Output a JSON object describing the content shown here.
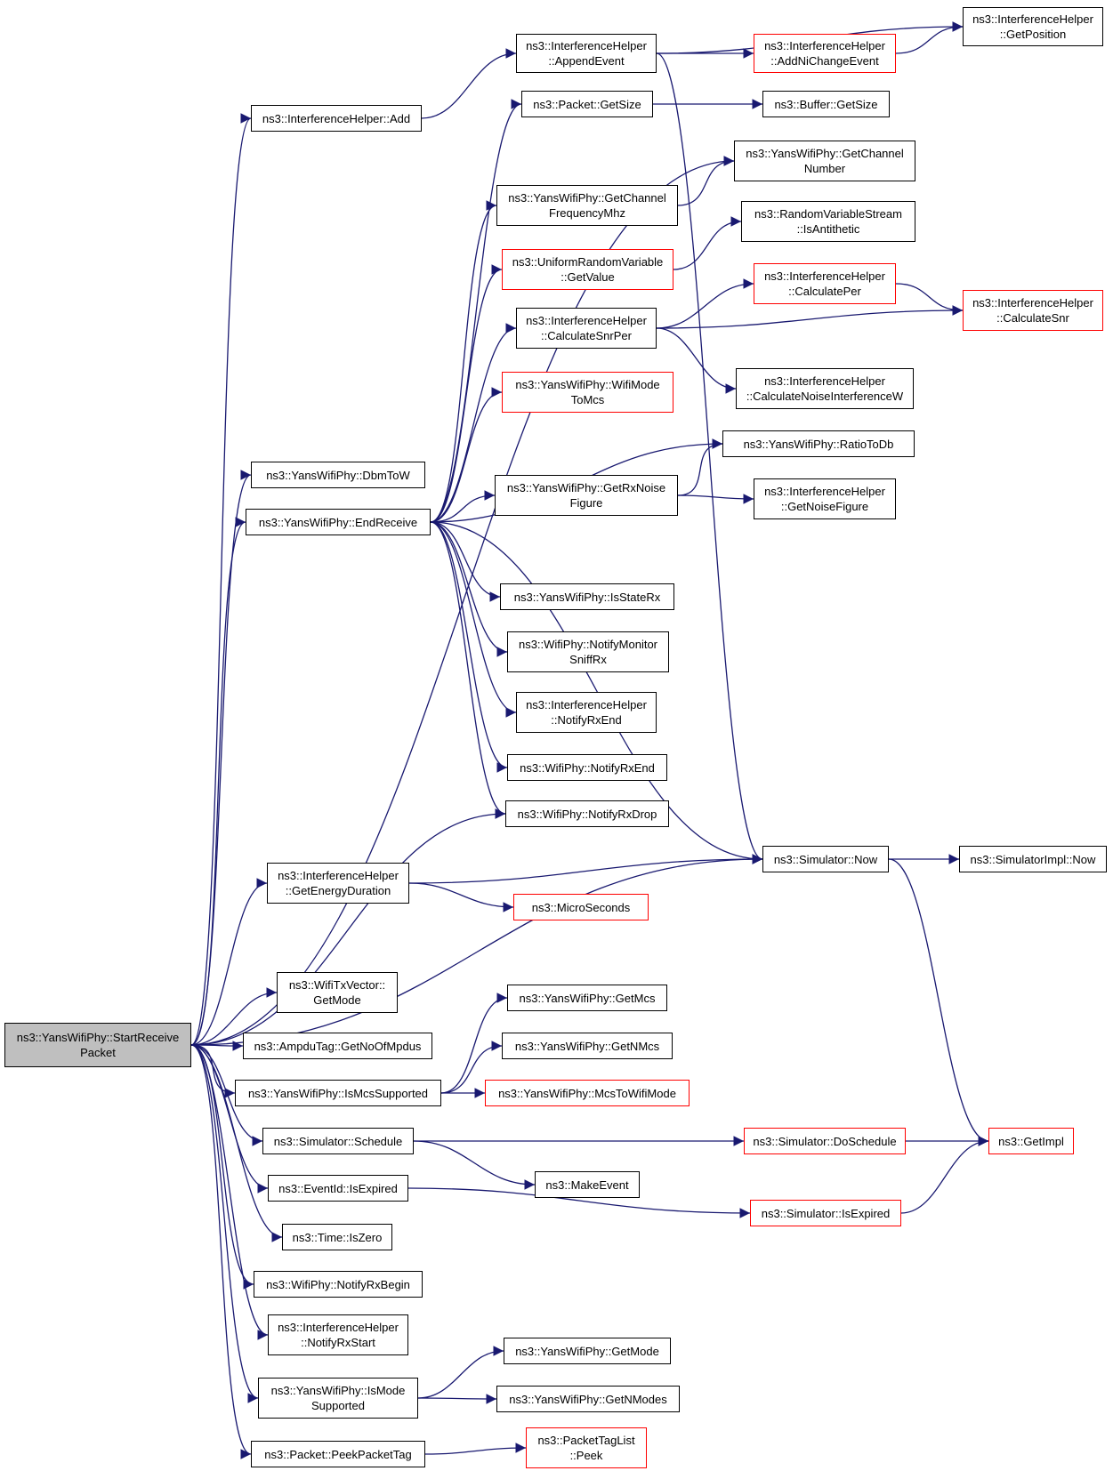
{
  "graph": {
    "edge_color": "#191970",
    "truncated_border_color": "#ff0000",
    "root_fill": "#bfbfbf",
    "nodes": [
      {
        "id": "root",
        "label": "ns3::YansWifiPhy::StartReceive\nPacket",
        "truncated": false,
        "root": true
      },
      {
        "id": "ih_add",
        "label": "ns3::InterferenceHelper::Add",
        "truncated": false
      },
      {
        "id": "ih_append",
        "label": "ns3::InterferenceHelper\n::AppendEvent",
        "truncated": false
      },
      {
        "id": "ih_addni",
        "label": "ns3::InterferenceHelper\n::AddNiChangeEvent",
        "truncated": true
      },
      {
        "id": "ih_getpos",
        "label": "ns3::InterferenceHelper\n::GetPosition",
        "truncated": false
      },
      {
        "id": "pkt_size",
        "label": "ns3::Packet::GetSize",
        "truncated": false
      },
      {
        "id": "buf_size",
        "label": "ns3::Buffer::GetSize",
        "truncated": false
      },
      {
        "id": "ywp_chnum",
        "label": "ns3::YansWifiPhy::GetChannel\nNumber",
        "truncated": false
      },
      {
        "id": "ywp_chfreq",
        "label": "ns3::YansWifiPhy::GetChannel\nFrequencyMhz",
        "truncated": false
      },
      {
        "id": "rvs_anti",
        "label": "ns3::RandomVariableStream\n::IsAntithetic",
        "truncated": false
      },
      {
        "id": "urv_val",
        "label": "ns3::UniformRandomVariable\n::GetValue",
        "truncated": true
      },
      {
        "id": "ih_per",
        "label": "ns3::InterferenceHelper\n::CalculatePer",
        "truncated": true
      },
      {
        "id": "ih_snrper",
        "label": "ns3::InterferenceHelper\n::CalculateSnrPer",
        "truncated": false
      },
      {
        "id": "ih_snr",
        "label": "ns3::InterferenceHelper\n::CalculateSnr",
        "truncated": true
      },
      {
        "id": "ih_noisew",
        "label": "ns3::InterferenceHelper\n::CalculateNoiseInterferenceW",
        "truncated": false
      },
      {
        "id": "ywp_mode2mcs",
        "label": "ns3::YansWifiPhy::WifiMode\nToMcs",
        "truncated": true
      },
      {
        "id": "ywp_ratiodb",
        "label": "ns3::YansWifiPhy::RatioToDb",
        "truncated": false
      },
      {
        "id": "ywp_dbm",
        "label": "ns3::YansWifiPhy::DbmToW",
        "truncated": false
      },
      {
        "id": "ywp_endrx",
        "label": "ns3::YansWifiPhy::EndReceive",
        "truncated": false
      },
      {
        "id": "ywp_noisefig",
        "label": "ns3::YansWifiPhy::GetRxNoise\nFigure",
        "truncated": false
      },
      {
        "id": "ih_noisefig",
        "label": "ns3::InterferenceHelper\n::GetNoiseFigure",
        "truncated": false
      },
      {
        "id": "ywp_isrx",
        "label": "ns3::YansWifiPhy::IsStateRx",
        "truncated": false
      },
      {
        "id": "wp_monitor",
        "label": "ns3::WifiPhy::NotifyMonitor\nSniffRx",
        "truncated": false
      },
      {
        "id": "ih_rxend",
        "label": "ns3::InterferenceHelper\n::NotifyRxEnd",
        "truncated": false
      },
      {
        "id": "wp_rxend",
        "label": "ns3::WifiPhy::NotifyRxEnd",
        "truncated": false
      },
      {
        "id": "wp_rxdrop",
        "label": "ns3::WifiPhy::NotifyRxDrop",
        "truncated": false
      },
      {
        "id": "ih_energy",
        "label": "ns3::InterferenceHelper\n::GetEnergyDuration",
        "truncated": false
      },
      {
        "id": "sim_now",
        "label": "ns3::Simulator::Now",
        "truncated": false
      },
      {
        "id": "simimpl_now",
        "label": "ns3::SimulatorImpl::Now",
        "truncated": false
      },
      {
        "id": "micro",
        "label": "ns3::MicroSeconds",
        "truncated": true
      },
      {
        "id": "txv_mode",
        "label": "ns3::WifiTxVector::\nGetMode",
        "truncated": false
      },
      {
        "id": "ampdu",
        "label": "ns3::AmpduTag::GetNoOfMpdus",
        "truncated": false
      },
      {
        "id": "ywp_getmcs",
        "label": "ns3::YansWifiPhy::GetMcs",
        "truncated": false
      },
      {
        "id": "ywp_getnmcs",
        "label": "ns3::YansWifiPhy::GetNMcs",
        "truncated": false
      },
      {
        "id": "ywp_mcssup",
        "label": "ns3::YansWifiPhy::IsMcsSupported",
        "truncated": false
      },
      {
        "id": "ywp_mcs2mode",
        "label": "ns3::YansWifiPhy::McsToWifiMode",
        "truncated": true
      },
      {
        "id": "sim_sched",
        "label": "ns3::Simulator::Schedule",
        "truncated": false
      },
      {
        "id": "sim_dosched",
        "label": "ns3::Simulator::DoSchedule",
        "truncated": true
      },
      {
        "id": "getimpl",
        "label": "ns3::GetImpl",
        "truncated": true
      },
      {
        "id": "makeevent",
        "label": "ns3::MakeEvent",
        "truncated": false
      },
      {
        "id": "ev_expired",
        "label": "ns3::EventId::IsExpired",
        "truncated": false
      },
      {
        "id": "sim_expired",
        "label": "ns3::Simulator::IsExpired",
        "truncated": true
      },
      {
        "id": "time_zero",
        "label": "ns3::Time::IsZero",
        "truncated": false
      },
      {
        "id": "wp_rxbegin",
        "label": "ns3::WifiPhy::NotifyRxBegin",
        "truncated": false
      },
      {
        "id": "ih_rxstart",
        "label": "ns3::InterferenceHelper\n::NotifyRxStart",
        "truncated": false
      },
      {
        "id": "ywp_getmode",
        "label": "ns3::YansWifiPhy::GetMode",
        "truncated": false
      },
      {
        "id": "ywp_modesup",
        "label": "ns3::YansWifiPhy::IsMode\nSupported",
        "truncated": false
      },
      {
        "id": "ywp_getnmodes",
        "label": "ns3::YansWifiPhy::GetNModes",
        "truncated": false
      },
      {
        "id": "pkt_peek",
        "label": "ns3::Packet::PeekPacketTag",
        "truncated": false
      },
      {
        "id": "ptl_peek",
        "label": "ns3::PacketTagList\n::Peek",
        "truncated": true
      }
    ],
    "edges": [
      [
        "root",
        "ih_add"
      ],
      [
        "ih_add",
        "ih_append"
      ],
      [
        "ih_append",
        "ih_addni"
      ],
      [
        "ih_append",
        "ih_getpos"
      ],
      [
        "ih_addni",
        "ih_getpos"
      ],
      [
        "ih_append",
        "sim_now"
      ],
      [
        "root",
        "ywp_chnum"
      ],
      [
        "pkt_size",
        "buf_size"
      ],
      [
        "ywp_chfreq",
        "ywp_chnum"
      ],
      [
        "urv_val",
        "rvs_anti"
      ],
      [
        "ih_snrper",
        "ih_per"
      ],
      [
        "ih_snrper",
        "ih_snr"
      ],
      [
        "ih_per",
        "ih_snr"
      ],
      [
        "ih_snrper",
        "ih_noisew"
      ],
      [
        "root",
        "ywp_dbm"
      ],
      [
        "ywp_endrx",
        "pkt_size"
      ],
      [
        "ywp_endrx",
        "ywp_chfreq"
      ],
      [
        "ywp_endrx",
        "urv_val"
      ],
      [
        "ywp_endrx",
        "ih_snrper"
      ],
      [
        "ywp_endrx",
        "ywp_mode2mcs"
      ],
      [
        "ywp_endrx",
        "ywp_ratiodb"
      ],
      [
        "ywp_endrx",
        "ywp_noisefig"
      ],
      [
        "ywp_noisefig",
        "ywp_ratiodb"
      ],
      [
        "ywp_noisefig",
        "ih_noisefig"
      ],
      [
        "ywp_endrx",
        "sim_now"
      ],
      [
        "ywp_endrx",
        "ywp_isrx"
      ],
      [
        "ywp_endrx",
        "wp_monitor"
      ],
      [
        "ywp_endrx",
        "ih_rxend"
      ],
      [
        "ywp_endrx",
        "wp_rxend"
      ],
      [
        "ywp_endrx",
        "wp_rxdrop"
      ],
      [
        "root",
        "ywp_endrx"
      ],
      [
        "root",
        "wp_rxdrop"
      ],
      [
        "root",
        "ih_energy"
      ],
      [
        "ih_energy",
        "sim_now"
      ],
      [
        "ih_energy",
        "micro"
      ],
      [
        "root",
        "sim_now"
      ],
      [
        "sim_now",
        "simimpl_now"
      ],
      [
        "sim_now",
        "getimpl"
      ],
      [
        "root",
        "txv_mode"
      ],
      [
        "root",
        "ampdu"
      ],
      [
        "root",
        "ywp_mcssup"
      ],
      [
        "ywp_mcssup",
        "ywp_getmcs"
      ],
      [
        "ywp_mcssup",
        "ywp_getnmcs"
      ],
      [
        "ywp_mcssup",
        "ywp_mcs2mode"
      ],
      [
        "root",
        "sim_sched"
      ],
      [
        "sim_sched",
        "sim_dosched"
      ],
      [
        "sim_sched",
        "makeevent"
      ],
      [
        "sim_dosched",
        "getimpl"
      ],
      [
        "root",
        "ev_expired"
      ],
      [
        "ev_expired",
        "sim_expired"
      ],
      [
        "sim_expired",
        "getimpl"
      ],
      [
        "root",
        "time_zero"
      ],
      [
        "root",
        "wp_rxbegin"
      ],
      [
        "root",
        "ih_rxstart"
      ],
      [
        "root",
        "ywp_modesup"
      ],
      [
        "ywp_modesup",
        "ywp_getmode"
      ],
      [
        "ywp_modesup",
        "ywp_getnmodes"
      ],
      [
        "root",
        "pkt_peek"
      ],
      [
        "pkt_peek",
        "ptl_peek"
      ]
    ]
  }
}
